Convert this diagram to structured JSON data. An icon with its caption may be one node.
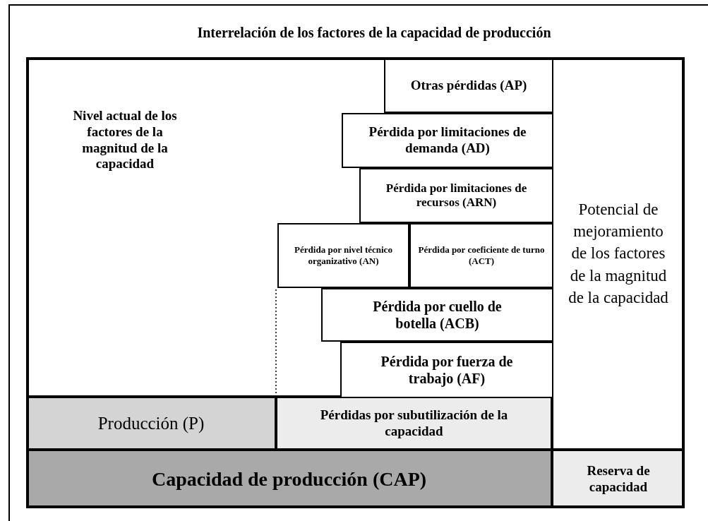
{
  "diagram": {
    "title": "Interrelación de los factores de la capacidad de producción",
    "nodes": [
      {
        "text": [
          "Nivel actual de los factores de la magnitud de la capacidad"
        ]
      },
      {
        "text": [
          "Otras pérdidas (AP)"
        ],
        "in": 0
      },
      {
        "text": [
          "Pérdida por limitaciones de demanda (AD)"
        ],
        "in": 0
      },
      {
        "text": [
          "Pérdida por limitaciones de recursos (ARN)"
        ],
        "in": 0
      },
      {
        "text": [
          "Pérdida por nivel técnico organizativo (AN)"
        ],
        "in": 0
      },
      {
        "text": [
          "Pérdida por coeficiente de turno (ACT)"
        ],
        "in": 0
      },
      {
        "text": [
          "Pérdida por cuello de botella (ACB)"
        ],
        "in": 0
      },
      {
        "text": [
          "Pérdida por fuerza de trabajo (AF)"
        ],
        "in": 0
      },
      {
        "text": [
          "Potencial de mejoramiento de los factores de la magnitud de la capacidad"
        ]
      },
      {
        "text": [
          "Producción (P)"
        ]
      },
      {
        "text": [
          "Pérdidas por subutilización de la capacidad"
        ]
      },
      {
        "text": [
          "Capacidad de producción (CAP)"
        ]
      },
      {
        "text": [
          "Reserva de capacidad"
        ]
      }
    ],
    "edges": []
  }
}
